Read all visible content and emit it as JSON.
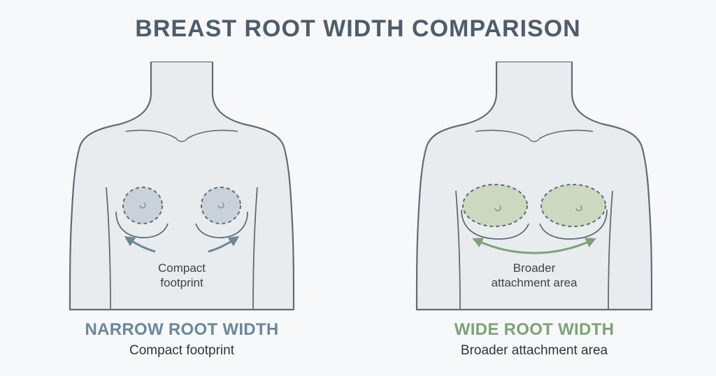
{
  "title": "BREAST ROOT WIDTH COMPARISON",
  "colors": {
    "title": "#4f5d6a",
    "outline": "#5f6c75",
    "body_fill": "#e9ecee",
    "narrow_accent": "#6c8798",
    "narrow_fill": "#c9d2da",
    "wide_accent": "#80a07a",
    "wide_fill": "#ccd8c0"
  },
  "panels": {
    "narrow": {
      "inline_label_line1": "Compact",
      "inline_label_line2": "footprint",
      "heading": "NARROW ROOT WIDTH",
      "subheading": "Compact footprint"
    },
    "wide": {
      "inline_label_line1": "Broader",
      "inline_label_line2": "attachment area",
      "heading": "WIDE ROOT WIDTH",
      "subheading": "Broader attachment area"
    }
  }
}
